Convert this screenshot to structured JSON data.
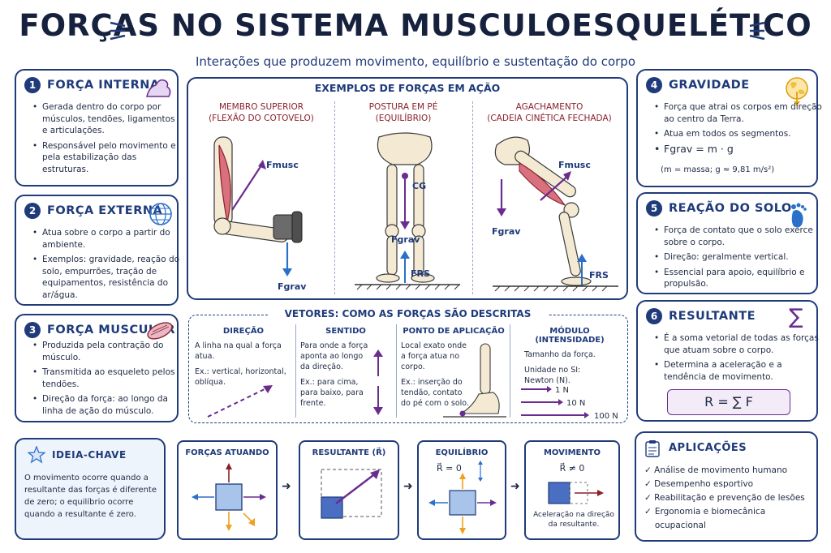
{
  "header": {
    "title": "FORÇAS NO SISTEMA MUSCULOESQUELÉTICO",
    "subtitle": "Interações que produzem movimento, equilíbrio e sustentação do corpo"
  },
  "cards": {
    "interna": {
      "num": "1",
      "title": "FORÇA INTERNA",
      "bullets": [
        "Gerada dentro do corpo por músculos, tendões, ligamentos e articulações.",
        "Responsável pelo movimento e pela estabilização das estruturas."
      ]
    },
    "externa": {
      "num": "2",
      "title": "FORÇA EXTERNA",
      "bullets": [
        "Atua sobre o corpo a partir do ambiente.",
        "Exemplos: gravidade, reação do solo, empurrões, tração de equipamentos, resistência do ar/água."
      ]
    },
    "muscular": {
      "num": "3",
      "title": "FORÇA MUSCULAR",
      "bullets": [
        "Produzida pela contração do músculo.",
        "Transmitida ao esqueleto pelos tendões.",
        "Direção da força: ao longo da linha de ação do músculo."
      ]
    },
    "gravidade": {
      "num": "4",
      "title": "GRAVIDADE",
      "bullets": [
        "Força que atrai os corpos em direção ao centro da Terra.",
        "Atua em todos os segmentos."
      ],
      "formula": "Fgrav = m · g",
      "formula_note": "(m = massa; g ≈ 9,81 m/s²)"
    },
    "reacao": {
      "num": "5",
      "title": "REAÇÃO DO SOLO",
      "bullets": [
        "Força de contato que o solo exerce sobre o corpo.",
        "Direção: geralmente vertical.",
        "Essencial para apoio, equilíbrio e propulsão."
      ]
    },
    "resultante": {
      "num": "6",
      "title": "RESULTANTE",
      "bullets": [
        "É a soma vetorial de todas as forças que atuam sobre o corpo.",
        "Determina a aceleração e a tendência de movimento."
      ],
      "formula": "R = ∑ F"
    }
  },
  "examples": {
    "title": "EXEMPLOS DE FORÇAS EM AÇÃO",
    "panels": [
      {
        "title": "MEMBRO SUPERIOR",
        "subtitle": "(FLEXÃO DO COTOVELO)",
        "f1": "Fmusc",
        "f2": "Fgrav"
      },
      {
        "title": "POSTURA EM PÉ",
        "subtitle": "(EQUILÍBRIO)",
        "cg": "CG",
        "f1": "Fgrav",
        "f2": "FRS"
      },
      {
        "title": "AGACHAMENTO",
        "subtitle": "(CADEIA CINÉTICA FECHADA)",
        "f1": "Fmusc",
        "f2": "Fgrav",
        "f3": "FRS"
      }
    ]
  },
  "vectors": {
    "title": "VETORES: COMO AS FORÇAS SÃO DESCRITAS",
    "cols": [
      {
        "title": "DIREÇÃO",
        "text": "A linha na qual a força atua.",
        "ex": "Ex.: vertical, horizontal, oblíqua."
      },
      {
        "title": "SENTIDO",
        "text": "Para onde a força aponta ao longo da direção.",
        "ex": "Ex.: para cima, para baixo, para frente."
      },
      {
        "title": "PONTO DE APLICAÇÃO",
        "text": "Local exato onde a força atua no corpo.",
        "ex": "Ex.: inserção do tendão, contato do pé com o solo."
      },
      {
        "title": "MÓDULO (INTENSIDADE)",
        "text": "Tamanho da força.",
        "ex": "Unidade no SI: Newton (N).",
        "mags": [
          "1 N",
          "10 N",
          "100 N"
        ]
      }
    ]
  },
  "ideia": {
    "title": "IDEIA-CHAVE",
    "text": "O movimento ocorre quando a resultante das forças é diferente de zero; o equilíbrio ocorre quando a resultante é zero."
  },
  "flow": {
    "b1": {
      "title": "FORÇAS ATUANDO"
    },
    "b2": {
      "title": "RESULTANTE (R⃗)"
    },
    "b3": {
      "title": "EQUILÍBRIO",
      "eq": "R⃗ = 0"
    },
    "b4": {
      "title": "MOVIMENTO",
      "eq": "R⃗ ≠ 0",
      "note": "Aceleração na direção da resultante."
    }
  },
  "aplicacoes": {
    "title": "APLICAÇÕES",
    "items": [
      "Análise de movimento humano",
      "Desempenho esportivo",
      "Reabilitação e prevenção de lesões",
      "Ergonomia e biomecânica ocupacional"
    ]
  },
  "colors": {
    "navy": "#1f3b7a",
    "purple": "#6a2c8f",
    "blue": "#2a6fc9",
    "orange": "#f0a020"
  }
}
